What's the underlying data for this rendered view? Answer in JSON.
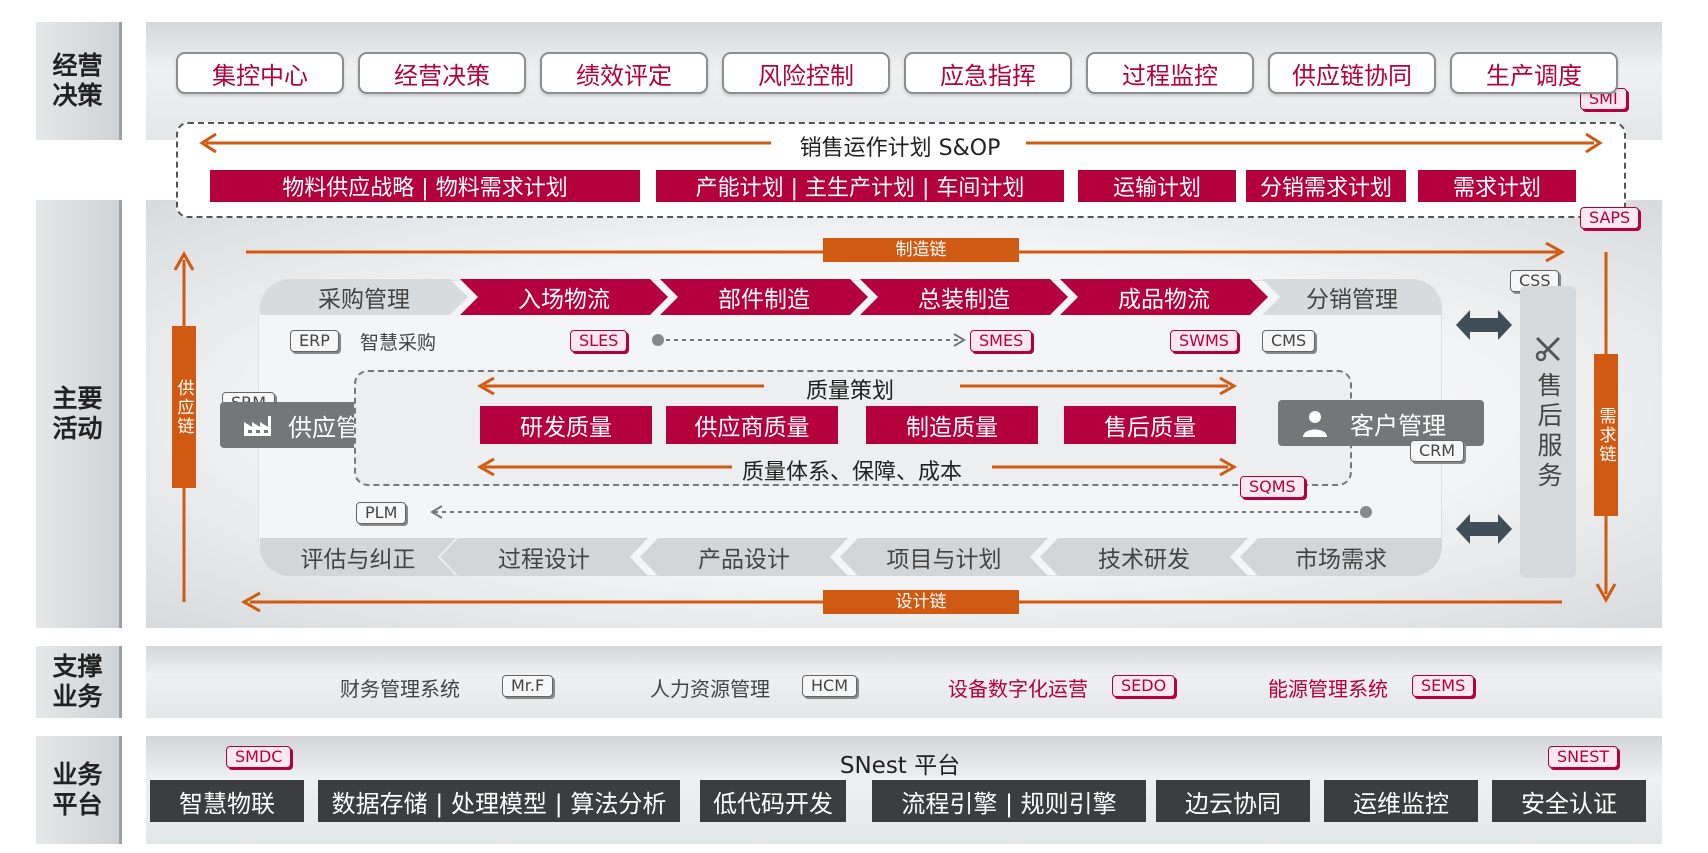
{
  "rows": {
    "decision": "经营\n决策",
    "main": "主要\n活动",
    "support": "支撑\n业务",
    "platform": "业务\n平台"
  },
  "decision_items": [
    "集控中心",
    "经营决策",
    "绩效评定",
    "风险控制",
    "应急指挥",
    "过程监控",
    "供应链协同",
    "生产调度"
  ],
  "tags": {
    "smi": "SMI",
    "saps": "SAPS",
    "css": "CSS",
    "erp": "ERP",
    "sles": "SLES",
    "smes": "SMES",
    "swms": "SWMS",
    "cms": "CMS",
    "srm": "SRM",
    "crm": "CRM",
    "sqms": "SQMS",
    "plm": "PLM",
    "mrf": "Mr.F",
    "hcm": "HCM",
    "sedo": "SEDO",
    "sems": "SEMS",
    "smdc": "SMDC",
    "snest": "SNEST"
  },
  "sop": {
    "title": "销售运作计划 S&OP",
    "blocks": [
      "物料供应战略 | 物料需求计划",
      "产能计划 | 主生产计划 | 车间计划",
      "运输计划",
      "分销需求计划",
      "需求计划"
    ]
  },
  "chains": {
    "manufacturing": "制造链",
    "design": "设计链",
    "supply": "供应链",
    "demand": "需求链"
  },
  "top_flow": [
    "采购管理",
    "入场物流",
    "部件制造",
    "总装制造",
    "成品物流",
    "分销管理"
  ],
  "bottom_flow": [
    "评估与纠正",
    "过程设计",
    "产品设计",
    "项目与计划",
    "技术研发",
    "市场需求"
  ],
  "smart_purchase": "智慧采购",
  "quality": {
    "planning": "质量策划",
    "system": "质量体系、保障、成本",
    "items": [
      "研发质量",
      "供应商质量",
      "制造质量",
      "售后质量"
    ]
  },
  "supply_mgmt": "供应管理",
  "customer_mgmt": "客户管理",
  "after_sales": "售后服务",
  "support_items": [
    {
      "label": "财务管理系统",
      "highlight": false
    },
    {
      "label": "人力资源管理",
      "highlight": false
    },
    {
      "label": "设备数字化运营",
      "highlight": true
    },
    {
      "label": "能源管理系统",
      "highlight": true
    }
  ],
  "platform": {
    "title": "SNest 平台",
    "items": [
      "智慧物联",
      "数据存储 | 处理模型 | 算法分析",
      "低代码开发",
      "流程引擎 | 规则引擎",
      "边云协同",
      "运维监控",
      "安全认证"
    ]
  },
  "colors": {
    "crimson": "#b4003c",
    "orange": "#d05a12",
    "dark": "#3b3d3f",
    "grey": "#747678"
  }
}
